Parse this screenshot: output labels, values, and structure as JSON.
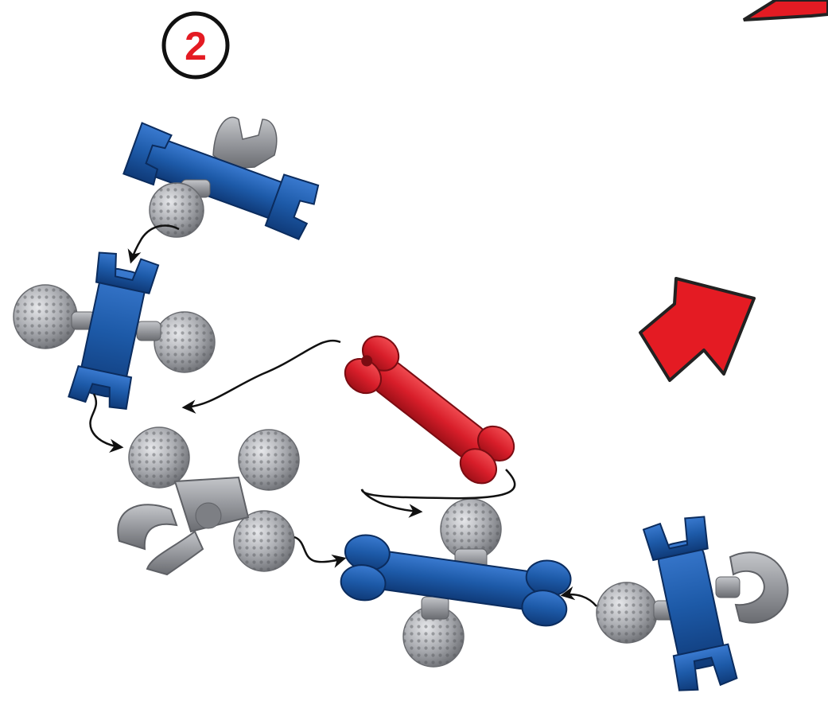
{
  "step": {
    "number": "2"
  },
  "colors": {
    "blue": "#1d5aa8",
    "blue_dark": "#0f3a78",
    "red": "#d81e2a",
    "grey": "#9a9ca0",
    "grey_dark": "#6e7075",
    "arrow": "#e41b23",
    "step_number": "#e41b23"
  },
  "parts": [
    {
      "id": "blue-connector-top",
      "kind": "blue-connector"
    },
    {
      "id": "blue-connector-middle",
      "kind": "blue-connector"
    },
    {
      "id": "grey-hub",
      "kind": "grey-hub"
    },
    {
      "id": "red-rod",
      "kind": "red-rod"
    },
    {
      "id": "blue-rod-bottom",
      "kind": "blue-rod"
    },
    {
      "id": "blue-connector-bottom-right",
      "kind": "blue-connector"
    }
  ],
  "next_step_arrow": {
    "icon": "next-step-arrow-icon",
    "direction": "up-right"
  }
}
